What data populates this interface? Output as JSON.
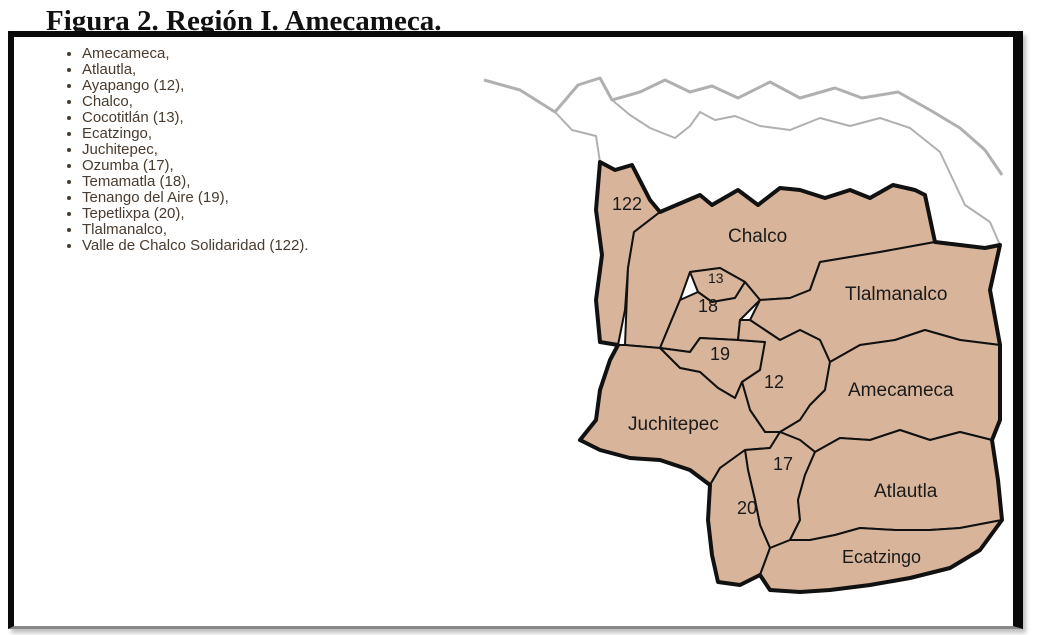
{
  "figure": {
    "title": "Figura 2. Región I. Amecameca."
  },
  "legend": {
    "items": [
      "Amecameca,",
      "Atlautla,",
      "Ayapango (12),",
      "Chalco,",
      "Cocotitlán (13),",
      "Ecatzingo,",
      "Juchitepec,",
      "Ozumba (17),",
      "Temamatla (18),",
      "Tenango del Aire (19),",
      "Tepetlixpa (20),",
      "Tlalmanalco,",
      "Valle de Chalco Solidaridad (122)."
    ]
  },
  "map": {
    "fill_color": "#d8b59a",
    "border_color": "#111111",
    "context_border_color": "#b0b0b0",
    "labels": {
      "valle_de_chalco": "122",
      "chalco": "Chalco",
      "cocotitlan": "13",
      "temamatla": "18",
      "tlalmanalco": "Tlalmanalco",
      "tenango": "19",
      "ayapango": "12",
      "amecameca": "Amecameca",
      "juchitepec": "Juchitepec",
      "ozumba": "17",
      "atlautla": "Atlautla",
      "tepetlixpa": "20",
      "ecatzingo": "Ecatzingo"
    }
  }
}
